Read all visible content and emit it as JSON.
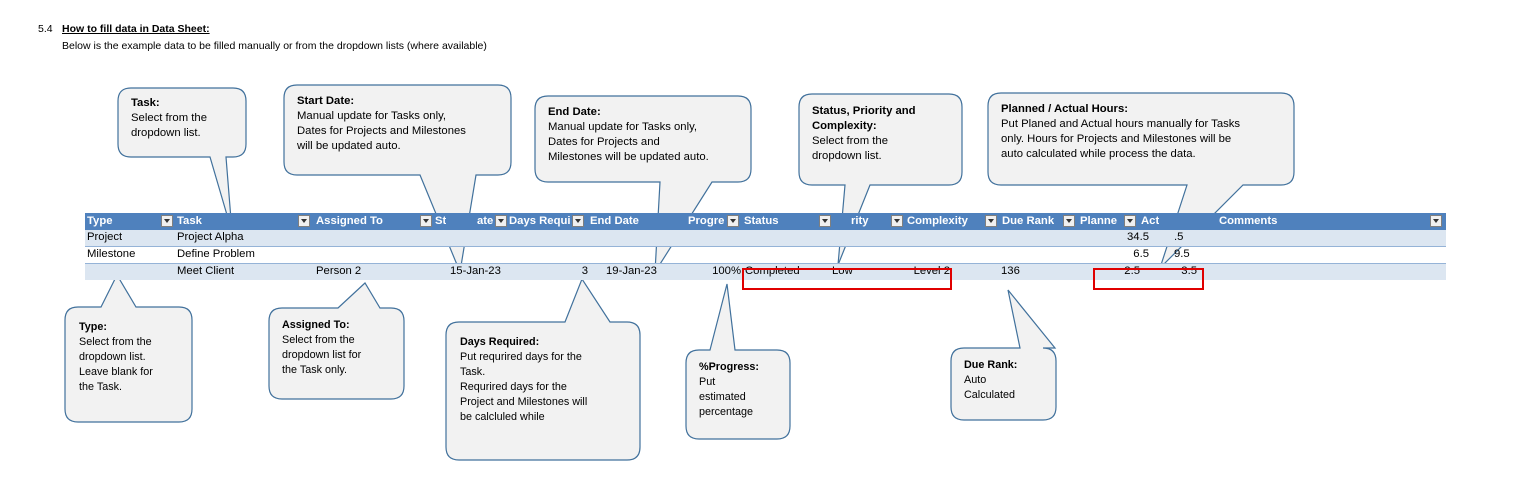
{
  "section": {
    "number": "5.4",
    "title": "How to fill data in Data Sheet:",
    "description": "Below is the example data to be filled manually or from the dropdown lists (where available)"
  },
  "table": {
    "headers": [
      "Type",
      "Task",
      "Assigned To",
      "St",
      "ate",
      "Days Requi",
      "End Date",
      "Progre",
      "Status",
      "rity",
      "Complexity",
      "Due Rank",
      "Planne",
      "Act",
      "Comments"
    ],
    "rows": [
      {
        "type": "Project",
        "task": "Project Alpha",
        "assigned": "",
        "start": "",
        "days": "",
        "end": "",
        "progress": "",
        "status": "",
        "priority": "",
        "complexity": "",
        "due_rank": "",
        "planned": "34.5",
        "actual": ".5"
      },
      {
        "type": "Milestone",
        "task": "Define Problem",
        "assigned": "",
        "start": "",
        "days": "",
        "end": "",
        "progress": "",
        "status": "",
        "priority": "",
        "complexity": "",
        "due_rank": "",
        "planned": "6.5",
        "actual": "9.5"
      },
      {
        "type": "",
        "task": "Meet Client",
        "assigned": "Person 2",
        "start": "15-Jan-23",
        "days": "3",
        "end": "19-Jan-23",
        "progress": "100%",
        "status": "Completed",
        "priority": "Low",
        "complexity": "Level 2",
        "due_rank": "136",
        "planned": "2.5",
        "actual": "3.5"
      }
    ]
  },
  "callouts": {
    "task": {
      "title": "Task:",
      "lines": [
        "Select from the",
        "dropdown list."
      ]
    },
    "start": {
      "title": "Start Date:",
      "lines": [
        "Manual update for Tasks only,",
        "Dates for Projects and Milestones",
        "will be updated auto."
      ]
    },
    "end": {
      "title": "End Date:",
      "lines": [
        "Manual update for Tasks only,",
        "Dates for Projects and",
        "Milestones will be updated auto."
      ]
    },
    "status": {
      "title": "Status, Priority and",
      "title2": "Complexity:",
      "lines": [
        "Select from the",
        "dropdown list."
      ]
    },
    "hours": {
      "title": "Planned / Actual Hours:",
      "lines": [
        "Put Planed and Actual hours manually for Tasks",
        "only. Hours for Projects and Milestones will be",
        "auto calculated while process the data."
      ]
    },
    "type": {
      "title": "Type:",
      "lines": [
        "Select from the",
        "dropdown list.",
        "Leave blank for",
        "the Task."
      ]
    },
    "assigned": {
      "title": "Assigned To:",
      "lines": [
        "Select from the",
        "dropdown list for",
        "the Task only."
      ]
    },
    "days": {
      "title": "Days Required:",
      "lines": [
        "Put requrired days for the",
        "Task.",
        "Requrired days for the",
        "Project and Milestones will",
        "be calcluled while"
      ]
    },
    "progress": {
      "title": "%Progress:",
      "lines": [
        "Put",
        "estimated",
        "percentage"
      ]
    },
    "duerank": {
      "title": "Due Rank:",
      "lines": [
        "Auto",
        "Calculated"
      ]
    }
  },
  "colors": {
    "header_bg": "#4f81bd",
    "band_bg": "#dce6f1",
    "highlight": "#e00000",
    "callout_fill": "#f2f2f2",
    "callout_border": "#41719c"
  }
}
